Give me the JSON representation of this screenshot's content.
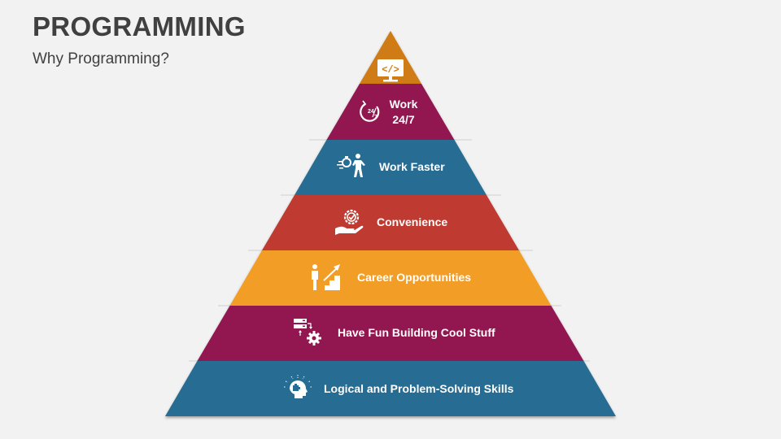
{
  "header": {
    "title": "PROGRAMMING",
    "subtitle": "Why Programming?"
  },
  "pyramid": {
    "levels": [
      {
        "label": "",
        "icon": "code-monitor-icon",
        "color": "#cf7c14"
      },
      {
        "label": "Work\n24/7",
        "line1": "Work",
        "line2": "24/7",
        "icon": "clock-24-7-icon",
        "color": "#921550"
      },
      {
        "label": "Work Faster",
        "icon": "running-man-stopwatch-icon",
        "color": "#276c93"
      },
      {
        "label": "Convenience",
        "icon": "hand-check-badge-icon",
        "color": "#bf3a30"
      },
      {
        "label": "Career Opportunities",
        "icon": "career-growth-stairs-icon",
        "color": "#f29d28"
      },
      {
        "label": "Have Fun Building Cool Stuff",
        "icon": "server-gear-process-icon",
        "color": "#921550"
      },
      {
        "label": "Logical and Problem-Solving Skills",
        "icon": "head-puzzle-idea-icon",
        "color": "#276c93"
      }
    ]
  }
}
